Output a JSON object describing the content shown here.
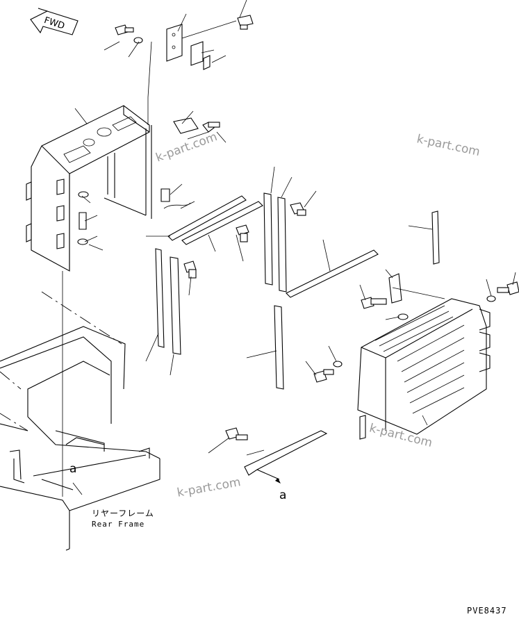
{
  "direction_marker": "FWD",
  "rear_frame": {
    "label_jp": "リヤーフレーム",
    "label_en": "Rear Frame"
  },
  "callout_ref": "a",
  "drawing_code": "PVE8437",
  "watermark": "k-part.com"
}
